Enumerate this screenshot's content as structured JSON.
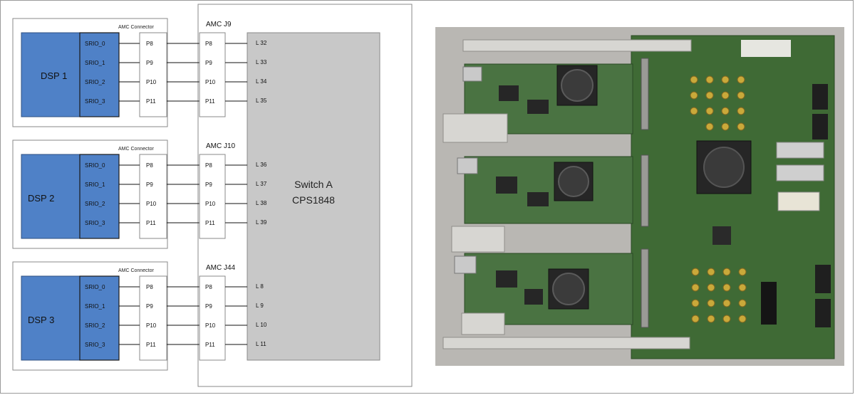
{
  "diagram": {
    "dsp_blocks": [
      {
        "dsp_label": "DSP 1",
        "amc_connector_label": "AMC Connector",
        "srio_ports": [
          "SRIO_0",
          "SRIO_1",
          "SRIO_2",
          "SRIO_3"
        ],
        "amc_ports": [
          "P8",
          "P9",
          "P10",
          "P11"
        ]
      },
      {
        "dsp_label": "DSP 2",
        "amc_connector_label": "AMC Connector",
        "srio_ports": [
          "SRIO_0",
          "SRIO_1",
          "SRIO_2",
          "SRIO_3"
        ],
        "amc_ports": [
          "P8",
          "P9",
          "P10",
          "P11"
        ]
      },
      {
        "dsp_label": "DSP 3",
        "amc_connector_label": "AMC Connector",
        "srio_ports": [
          "SRIO_0",
          "SRIO_1",
          "SRIO_2",
          "SRIO_3"
        ],
        "amc_ports": [
          "P8",
          "P9",
          "P10",
          "P11"
        ]
      }
    ],
    "carrier_connectors": [
      {
        "label": "AMC J9",
        "ports": [
          "P8",
          "P9",
          "P10",
          "P11"
        ],
        "lanes": [
          "L 32",
          "L 33",
          "L 34",
          "L 35"
        ]
      },
      {
        "label": "AMC J10",
        "ports": [
          "P8",
          "P9",
          "P10",
          "P11"
        ],
        "lanes": [
          "L 36",
          "L 37",
          "L 38",
          "L 39"
        ]
      },
      {
        "label": "AMC J44",
        "ports": [
          "P8",
          "P9",
          "P10",
          "P11"
        ],
        "lanes": [
          "L 8",
          "L 9",
          "L 10",
          "L 11"
        ]
      }
    ],
    "switch": {
      "name": "Switch A",
      "part": "CPS1848"
    }
  },
  "colors": {
    "dsp_fill": "#4f81c7",
    "switch_fill": "#c8c8c8",
    "pcb_green": "#3f6a35",
    "photo_background": "#b9b7b3"
  },
  "photo": {
    "icon": "hardware-photo"
  }
}
